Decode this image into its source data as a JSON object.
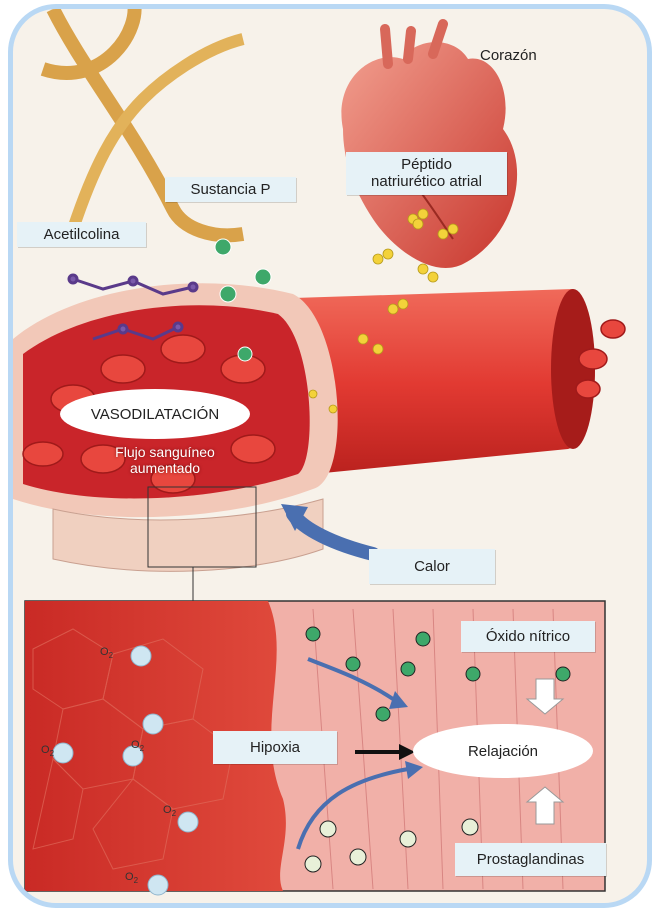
{
  "labels": {
    "corazon": "Corazón",
    "peptido_line1": "Péptido",
    "peptido_line2": "natriurético atrial",
    "sustancia_p": "Sustancia P",
    "acetilcolina": "Acetilcolina",
    "vasodilatacion": "VASODILATACIÓN",
    "flujo_line1": "Flujo sanguíneo",
    "flujo_line2": "aumentado",
    "calor": "Calor",
    "oxido_nitrico": "Óxido nítrico",
    "hipoxia": "Hipoxia",
    "relajacion": "Relajación",
    "prostaglandinas": "Prostaglandinas",
    "o2": "O",
    "o2_sub": "2"
  },
  "colors": {
    "frame": "#b9d8f4",
    "label_bg": "#e6f2f7",
    "vessel_red": "#d8302c",
    "muscle_pink": "#e9a0a0",
    "arrow_blue": "#4a6fb0"
  }
}
